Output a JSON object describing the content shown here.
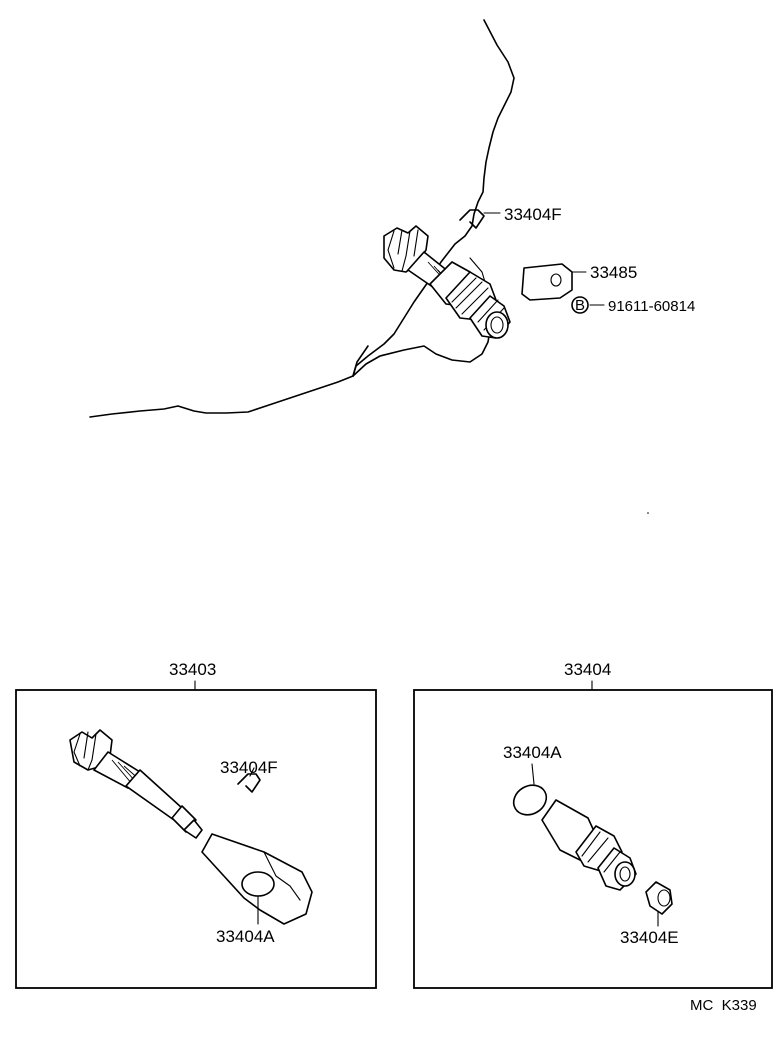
{
  "labels": {
    "clip_top": "33404F",
    "plate": "33485",
    "bolt_mark": "B",
    "bolt_part": "91611-60814",
    "assy_left": "33403",
    "clip_left": "33404F",
    "ring_left": "33404A",
    "assy_right": "33404",
    "ring_right": "33404A",
    "bushing": "33404E",
    "code": "MC  K339"
  }
}
